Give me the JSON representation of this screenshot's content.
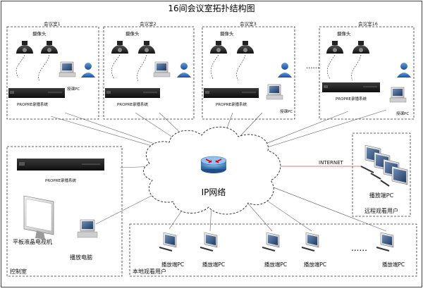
{
  "title": "16间会议室拓扑结构图",
  "rooms": [
    {
      "name": "会议室1",
      "camera_label": "摄像头",
      "pc_label": "授课PC",
      "recorder_label": "PROPRE录播系统"
    },
    {
      "name": "会议室2",
      "camera_label": "摄像头",
      "pc_label": "",
      "recorder_label": "PROPRE录播系统"
    },
    {
      "name": "会议室3",
      "camera_label": "摄像头",
      "pc_label": "授课PC",
      "recorder_label": "PROPRE录播系统"
    },
    {
      "name": "会议室16",
      "camera_label": "摄像头",
      "pc_label": "授课PC",
      "recorder_label": "PROPRE录播系统"
    }
  ],
  "ellipsis": "......",
  "control_room": {
    "name": "控制室",
    "recorder_label": "PROPRE录播系统",
    "tv_label": "平板液晶电视机",
    "pc_label": "播放电脑"
  },
  "network": {
    "label": "IP网络"
  },
  "internet": {
    "label": "INTERNET"
  },
  "remote": {
    "name": "远程观看用户",
    "pc_label": "播放端PC"
  },
  "local": {
    "name": "本地观看用户",
    "pc_labels": [
      "播放端PC",
      "播放端PC",
      "播放端PC",
      "播放端PC",
      "播放端PC"
    ]
  }
}
